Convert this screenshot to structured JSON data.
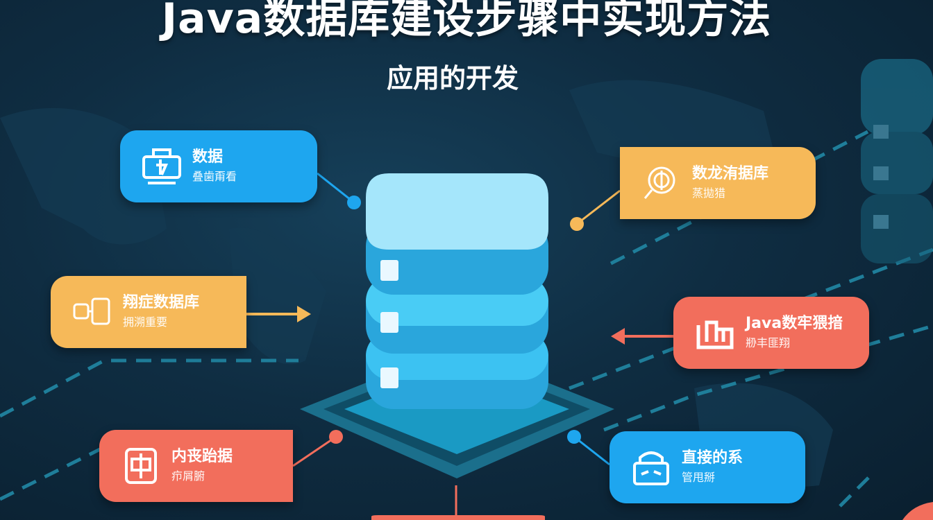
{
  "title": "Java数据库建设步骤中实现方法",
  "subtitle": "应用的开发",
  "colors": {
    "blue": "#1ea6ef",
    "yellow": "#f6b959",
    "red": "#f26e5c",
    "background": "#0f2d42",
    "database": "#3cc2f2"
  },
  "cards": [
    {
      "title": "数据",
      "subtitle": "叠歯甭看",
      "icon": "printer-icon",
      "color": "blue"
    },
    {
      "title": "数龙洧据库",
      "subtitle": "蒸拋猎",
      "icon": "search-icon",
      "color": "yellow"
    },
    {
      "title": "翔症数据库",
      "subtitle": "拥溯重要",
      "icon": "network-icon",
      "color": "yellow"
    },
    {
      "title": "Java数牢猥揞",
      "subtitle": "剙丰匪翔",
      "icon": "chart-icon",
      "color": "red"
    },
    {
      "title": "内丧跆据",
      "subtitle": "疖屑腑",
      "icon": "frame-icon",
      "color": "red"
    },
    {
      "title": "直接的系",
      "subtitle": "管甩掰",
      "icon": "lock-icon",
      "color": "blue"
    }
  ]
}
